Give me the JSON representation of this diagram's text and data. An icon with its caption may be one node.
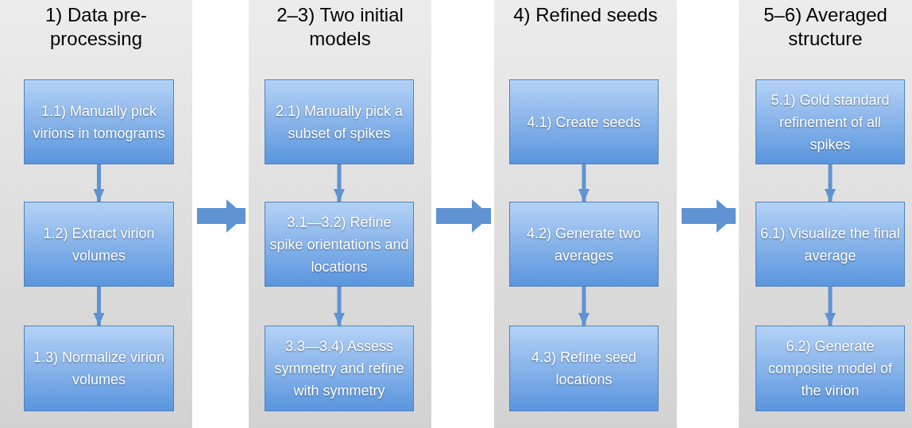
{
  "diagram": {
    "nodes": [
      {
        "text": [
          "1) Data pre-processing"
        ]
      },
      {
        "text": [
          "1.1) Manually pick virions in tomograms"
        ],
        "in": 0
      },
      {
        "text": [
          "1.2) Extract virion volumes"
        ],
        "in": 0
      },
      {
        "text": [
          "1.3) Normalize virion volumes"
        ],
        "in": 0
      },
      {
        "text": [
          "2–3) Two initial models"
        ]
      },
      {
        "text": [
          "2.1) Manually pick a subset of spikes"
        ],
        "in": 4
      },
      {
        "text": [
          "3.1—3.2) Refine spike orientations and locations"
        ],
        "in": 4
      },
      {
        "text": [
          "3.3—3.4) Assess symmetry and refine with symmetry"
        ],
        "in": 4
      },
      {
        "text": [
          "4) Refined seeds"
        ]
      },
      {
        "text": [
          "4.1) Create seeds"
        ],
        "in": 8
      },
      {
        "text": [
          "4.2) Generate two averages"
        ],
        "in": 8
      },
      {
        "text": [
          "4.3) Refine seed locations"
        ],
        "in": 8
      },
      {
        "text": [
          "5–6) Averaged structure"
        ]
      },
      {
        "text": [
          "5.1) Gold standard refinement of all spikes"
        ],
        "in": 12
      },
      {
        "text": [
          "6.1) Visualize the final average"
        ],
        "in": 12
      },
      {
        "text": [
          "6.2) Generate composite model of the virion"
        ],
        "in": 12
      }
    ],
    "edges": [
      {
        "from": 1,
        "to": 2,
        "arrow": "to"
      },
      {
        "from": 2,
        "to": 3,
        "arrow": "to"
      },
      {
        "from": 0,
        "to": 4,
        "arrow": "to",
        "style": "thick"
      },
      {
        "from": 5,
        "to": 6,
        "arrow": "to"
      },
      {
        "from": 6,
        "to": 7,
        "arrow": "to"
      },
      {
        "from": 4,
        "to": 8,
        "arrow": "to",
        "style": "thick"
      },
      {
        "from": 9,
        "to": 10,
        "arrow": "to"
      },
      {
        "from": 10,
        "to": 11,
        "arrow": "to"
      },
      {
        "from": 8,
        "to": 12,
        "arrow": "to",
        "style": "thick"
      },
      {
        "from": 13,
        "to": 14,
        "arrow": "to"
      },
      {
        "from": 14,
        "to": 15,
        "arrow": "to"
      }
    ]
  }
}
